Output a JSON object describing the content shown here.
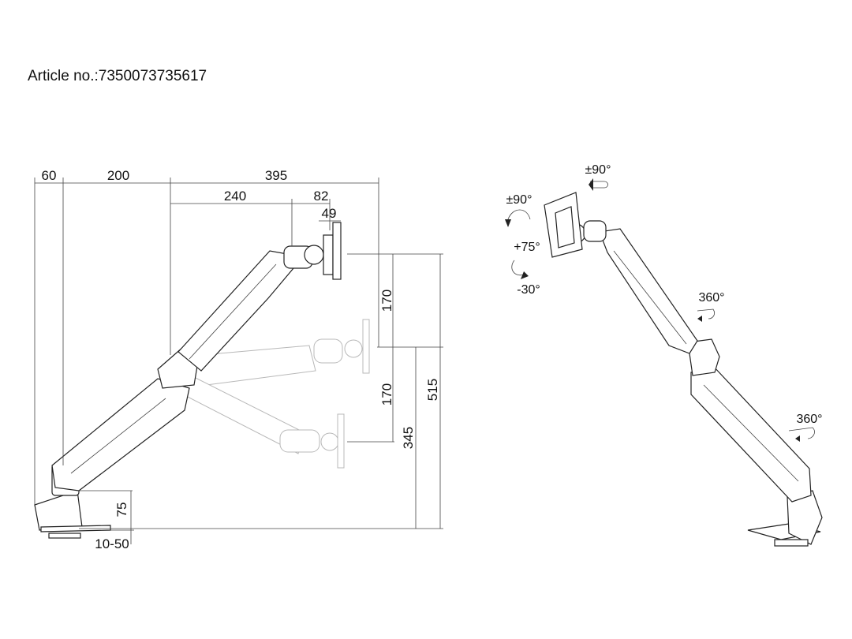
{
  "article_label": "Article no.:7350073735617",
  "dimensions": {
    "d60": "60",
    "d200": "200",
    "d395": "395",
    "d240": "240",
    "d82": "82",
    "d49": "49",
    "d170a": "170",
    "d170b": "170",
    "d345": "345",
    "d515": "515",
    "d75": "75",
    "d1050": "10-50"
  },
  "angles": {
    "tilt_pm90": "±90°",
    "rot_pm90": "±90°",
    "tilt_p75": "+75°",
    "tilt_m30": "-30°",
    "swivel_360a": "360°",
    "swivel_360b": "360°"
  }
}
